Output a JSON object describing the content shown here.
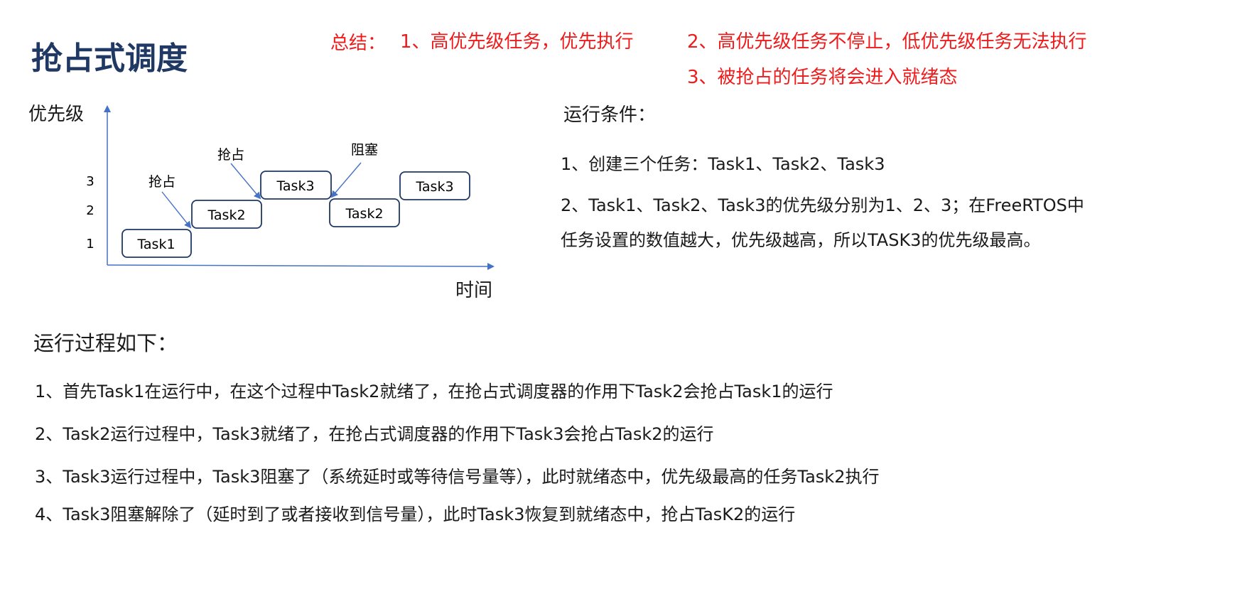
{
  "title": "抢占式调度",
  "summary": {
    "label": "总结：",
    "points": [
      "1、高优先级任务，优先执行",
      "2、高优先级任务不停止，低优先级任务无法执行",
      "3、被抢占的任务将会进入就绪态"
    ]
  },
  "diagram": {
    "y_axis_label": "优先级",
    "x_axis_label": "时间",
    "y_ticks": [
      "1",
      "2",
      "3"
    ],
    "tasks": [
      {
        "name": "Task1",
        "priority": 1
      },
      {
        "name": "Task2",
        "priority": 2
      },
      {
        "name": "Task3",
        "priority": 3
      },
      {
        "name": "Task2",
        "priority": 2
      },
      {
        "name": "Task3",
        "priority": 3
      }
    ],
    "annotations": [
      "抢占",
      "抢占",
      "阻塞"
    ]
  },
  "conditions": {
    "heading": "运行条件：",
    "items": [
      "1、创建三个任务：Task1、Task2、Task3",
      "2、Task1、Task2、Task3的优先级分别为1、2、3；在FreeRTOS中",
      "任务设置的数值越大，优先级越高，所以TASK3的优先级最高。"
    ]
  },
  "process": {
    "heading": "运行过程如下：",
    "steps": [
      "1、首先Task1在运行中，在这个过程中Task2就绪了，在抢占式调度器的作用下Task2会抢占Task1的运行",
      "2、Task2运行过程中，Task3就绪了，在抢占式调度器的作用下Task3会抢占Task2的运行",
      "3、Task3运行过程中，Task3阻塞了（系统延时或等待信号量等），此时就绪态中，优先级最高的任务Task2执行",
      "4、Task3阻塞解除了（延时到了或者接收到信号量），此时Task3恢复到就绪态中，抢占TasK2的运行"
    ]
  },
  "colors": {
    "title": "#1f3864",
    "summary": "#ee1c1c",
    "axis": "#4472c4",
    "task_border": "#1f3864",
    "arrow": "#4472c4"
  }
}
